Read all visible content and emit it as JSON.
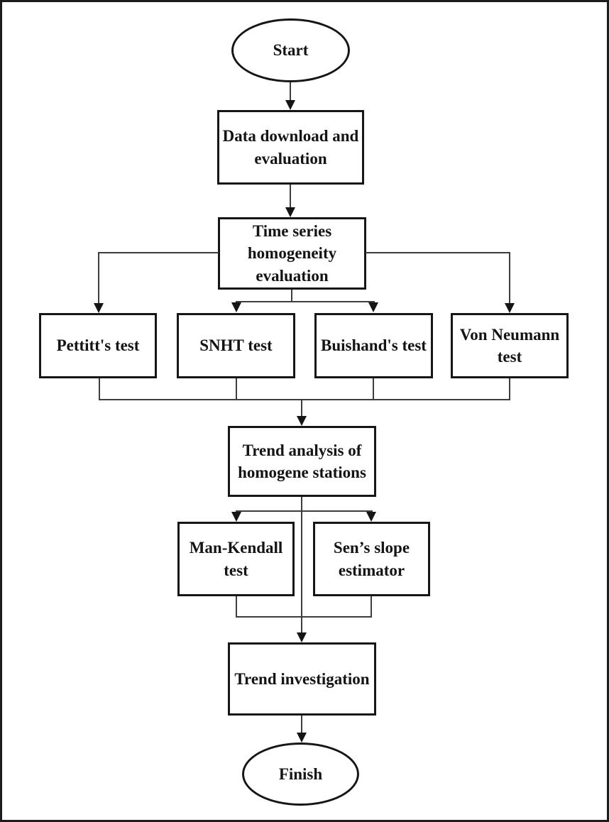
{
  "diagram": {
    "type": "flowchart",
    "colors": {
      "background": "#ffffff",
      "node_border": "#161616",
      "connector_line": "#3d3d3d",
      "text": "#141414",
      "outer_frame": "#1c1c1c"
    },
    "nodes": {
      "start": {
        "label": "Start",
        "shape": "oval"
      },
      "data_download": {
        "label": "Data download and\nevaluation",
        "shape": "rectangle"
      },
      "time_series": {
        "label": "Time series\nhomogeneity\nevaluation",
        "shape": "rectangle"
      },
      "pettitt": {
        "label": "Pettitt's test",
        "shape": "rectangle"
      },
      "snht": {
        "label": "SNHT test",
        "shape": "rectangle"
      },
      "buishand": {
        "label": "Buishand's test",
        "shape": "rectangle"
      },
      "von_neumann": {
        "label": "Von Neumann\ntest",
        "shape": "rectangle"
      },
      "trend_analysis": {
        "label": "Trend analysis of\nhomogene stations",
        "shape": "rectangle"
      },
      "man_kendall": {
        "label": "Man-Kendall\ntest",
        "shape": "rectangle"
      },
      "sens_slope": {
        "label": "Sen’s slope\nestimator",
        "shape": "rectangle"
      },
      "trend_investigation": {
        "label": "Trend investigation",
        "shape": "rectangle"
      },
      "finish": {
        "label": "Finish",
        "shape": "oval"
      }
    },
    "edges": [
      {
        "from": "start",
        "to": "data_download"
      },
      {
        "from": "data_download",
        "to": "time_series"
      },
      {
        "from": "time_series",
        "to": "pettitt"
      },
      {
        "from": "time_series",
        "to": "snht"
      },
      {
        "from": "time_series",
        "to": "buishand"
      },
      {
        "from": "time_series",
        "to": "von_neumann"
      },
      {
        "from": "pettitt",
        "to": "trend_analysis"
      },
      {
        "from": "snht",
        "to": "trend_analysis"
      },
      {
        "from": "buishand",
        "to": "trend_analysis"
      },
      {
        "from": "von_neumann",
        "to": "trend_analysis"
      },
      {
        "from": "trend_analysis",
        "to": "man_kendall"
      },
      {
        "from": "trend_analysis",
        "to": "sens_slope"
      },
      {
        "from": "man_kendall",
        "to": "trend_investigation"
      },
      {
        "from": "sens_slope",
        "to": "trend_investigation"
      },
      {
        "from": "trend_investigation",
        "to": "finish"
      }
    ]
  }
}
